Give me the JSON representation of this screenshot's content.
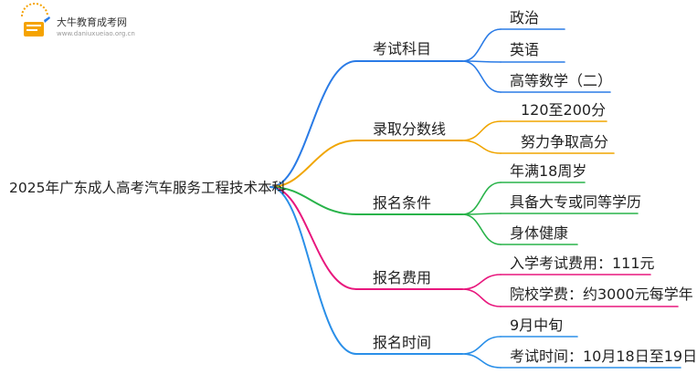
{
  "brand": {
    "name": "大牛教育成考网",
    "url": "www.daniuxueiao.org.cn",
    "logo_icon": "book-pen-icon"
  },
  "colors": {
    "root_line": "#2a7be6",
    "blue": "#2a7be6",
    "orange": "#f0a500",
    "green": "#29b34a",
    "pink": "#e8177d",
    "lightblue": "#2a8fe8"
  },
  "root": "2025年广东成人高考汽车服务工程技术本科",
  "branches": [
    {
      "label": "考试科目",
      "color": "blue",
      "children": [
        "政治",
        "英语",
        "高等数学（二）"
      ]
    },
    {
      "label": "录取分数线",
      "color": "orange",
      "children": [
        "120至200分",
        "努力争取高分"
      ]
    },
    {
      "label": "报名条件",
      "color": "green",
      "children": [
        "年满18周岁",
        "具备大专或同等学历",
        "身体健康"
      ]
    },
    {
      "label": "报名费用",
      "color": "pink",
      "children": [
        "入学考试费用：111元",
        "院校学费：约3000元每学年"
      ]
    },
    {
      "label": "报名时间",
      "color": "lightblue",
      "children": [
        "9月中旬",
        "考试时间：10月18日至19日"
      ]
    }
  ]
}
